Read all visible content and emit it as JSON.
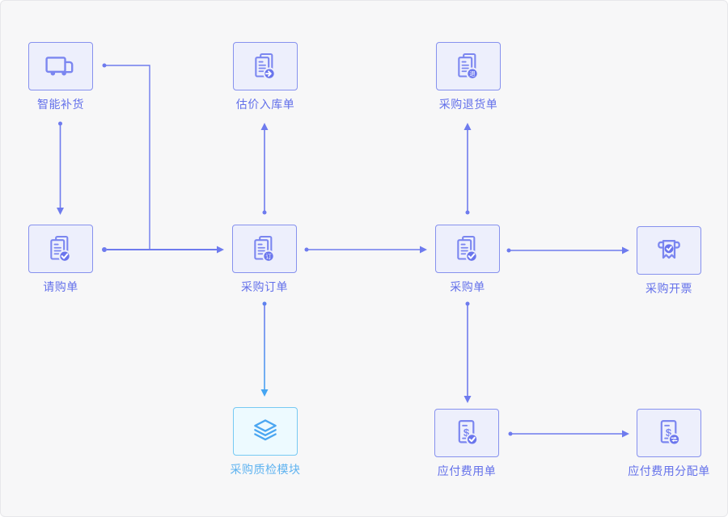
{
  "diagram": {
    "background": "#f7f7f8",
    "accent": "#6e7bee",
    "colors": {
      "box_fill": "#edeffc",
      "box_border": "#8691ee",
      "label_text": "#6370ea",
      "badge_fill": "#6a75ed",
      "icon_stroke": "#7b86f0",
      "teal_box_fill": "#edfaff",
      "teal_box_border": "#76c9f3",
      "teal_label_text": "#5fb3f0",
      "teal_icon_stroke": "#4ba6f1",
      "connector_line": "#6e7bee",
      "connector_teal_end": "#45a5f2"
    },
    "nodes": [
      {
        "id": "smart-replenishment",
        "label": "智能补货",
        "icon": "truck-icon"
      },
      {
        "id": "valuation-inbound",
        "label": "估价入库单",
        "icon": "document-arrow-icon"
      },
      {
        "id": "purchase-return",
        "label": "采购退货单",
        "icon": "document-return-icon",
        "badge_text": "退"
      },
      {
        "id": "requisition",
        "label": "请购单",
        "icon": "document-check-icon"
      },
      {
        "id": "purchase-order",
        "label": "采购订单",
        "icon": "document-order-icon",
        "badge_text": "订"
      },
      {
        "id": "purchase-receipt",
        "label": "采购单",
        "icon": "document-check-icon"
      },
      {
        "id": "purchase-invoicing",
        "label": "采购开票",
        "icon": "ticket-check-icon"
      },
      {
        "id": "qc-module",
        "label": "采购质检模块",
        "icon": "layers-icon",
        "theme": "teal"
      },
      {
        "id": "payable-expense",
        "label": "应付费用单",
        "icon": "bill-check-icon"
      },
      {
        "id": "payable-allocation",
        "label": "应付费用分配单",
        "icon": "bill-swap-icon"
      }
    ],
    "connectors": [
      {
        "from": "智能补货",
        "to": "请购单"
      },
      {
        "from": "智能补货",
        "to": "采购订单"
      },
      {
        "from": "请购单",
        "to": "采购订单"
      },
      {
        "from": "采购订单",
        "to": "估价入库单"
      },
      {
        "from": "采购订单",
        "to": "采购单"
      },
      {
        "from": "采购订单",
        "to": "采购质检模块"
      },
      {
        "from": "采购单",
        "to": "采购退货单"
      },
      {
        "from": "采购单",
        "to": "采购开票"
      },
      {
        "from": "采购单",
        "to": "应付费用单"
      },
      {
        "from": "应付费用单",
        "to": "应付费用分配单"
      }
    ]
  }
}
